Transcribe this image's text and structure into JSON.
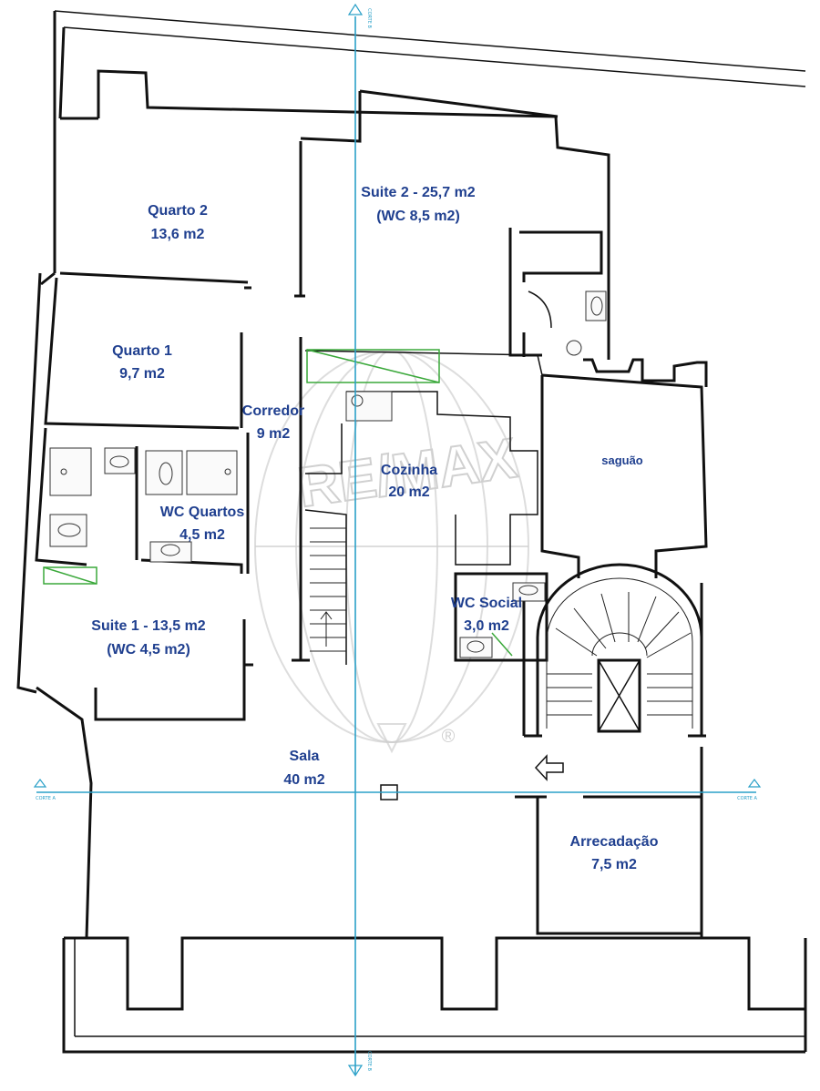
{
  "rooms": {
    "quarto2": [
      "Quarto 2",
      "13,6 m2"
    ],
    "suite2": [
      "Suite 2 - 25,7 m2",
      "(WC 8,5 m2)"
    ],
    "quarto1": [
      "Quarto 1",
      "9,7 m2"
    ],
    "corredor": [
      "Corredor",
      "9 m2"
    ],
    "cozinha": [
      "Cozinha",
      "20 m2"
    ],
    "saguao": [
      "saguão"
    ],
    "wc_quartos": [
      "WC Quartos",
      "4,5 m2"
    ],
    "wc_social": [
      "WC Social",
      "3,0 m2"
    ],
    "suite1": [
      "Suite 1 - 13,5 m2",
      "(WC 4,5 m2)"
    ],
    "sala": [
      "Sala",
      "40 m2"
    ],
    "arrecadacao": [
      "Arrecadação",
      "7,5 m2"
    ]
  },
  "section_cuts": {
    "horizontal": "CORTE A",
    "vertical": "CORTE B"
  },
  "watermark": {
    "text": "RE/MAX",
    "registered": "®"
  },
  "colors": {
    "label": "#1f3f8f",
    "section_line": "#2aa0c8",
    "wall": "#111111",
    "window_marker": "#3aa83a"
  }
}
